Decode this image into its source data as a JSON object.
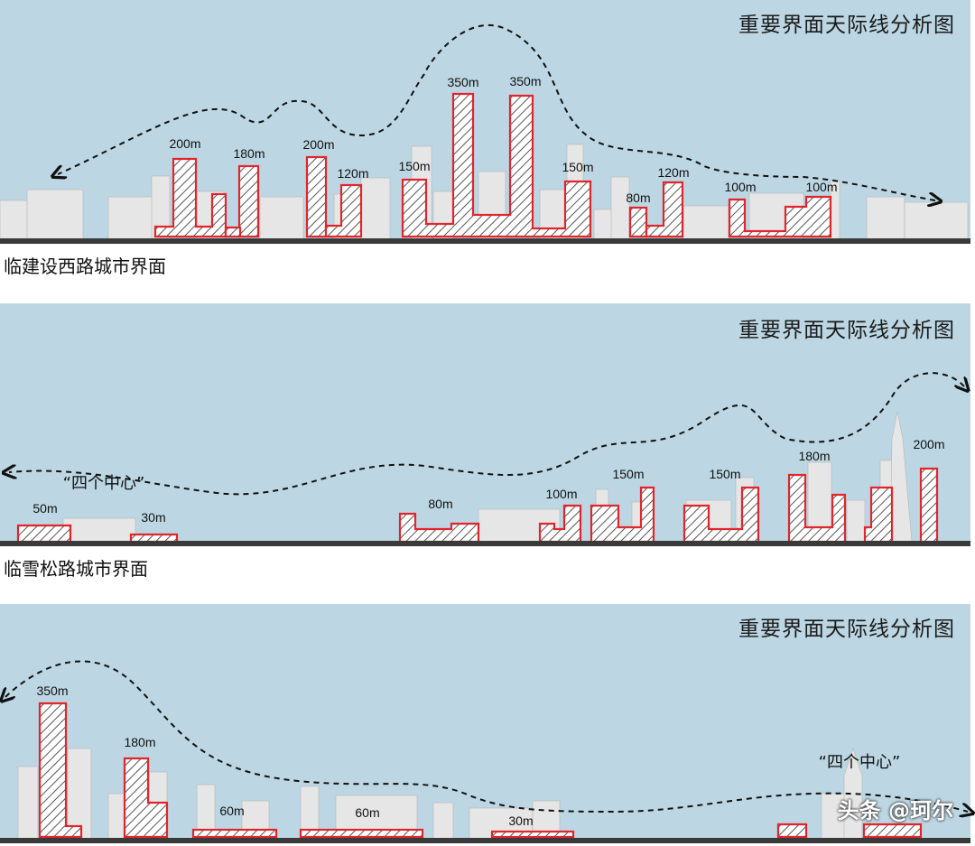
{
  "panels": [
    {
      "title": "重要界面天际线分析图",
      "caption": "临建设西路城市界面",
      "labels": [
        "200m",
        "180m",
        "200m",
        "120m",
        "150m",
        "350m",
        "350m",
        "150m",
        "80m",
        "120m",
        "100m",
        "100m"
      ],
      "center_label": ""
    },
    {
      "title": "重要界面天际线分析图",
      "caption": "临雪松路城市界面",
      "labels": [
        "50m",
        "30m",
        "80m",
        "100m",
        "150m",
        "150m",
        "180m",
        "200m"
      ],
      "center_label": "“四个中心”"
    },
    {
      "title": "重要界面天际线分析图",
      "caption": "",
      "labels": [
        "350m",
        "180m",
        "60m",
        "60m",
        "30m"
      ],
      "center_label": "“四个中心”"
    }
  ],
  "watermark": "头条 @珂尔",
  "colors": {
    "sky": "#bcd7e3",
    "outline": "#e3242b",
    "ground": "#3a3a3a",
    "building": "#e8e8e8"
  }
}
